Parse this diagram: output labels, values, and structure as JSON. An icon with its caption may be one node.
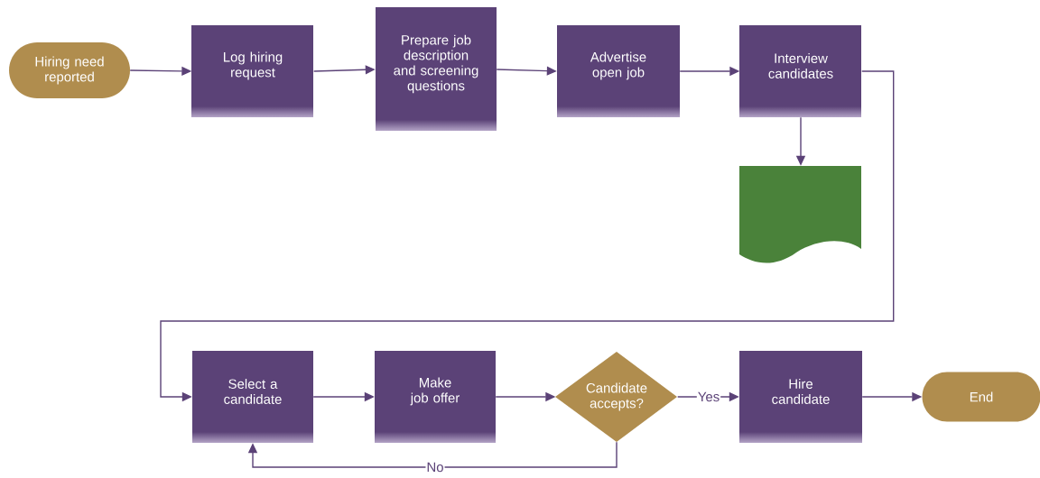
{
  "diagram": {
    "nodes": [
      {
        "text": [
          "Hiring need reported"
        ]
      },
      {
        "text": [
          "Log hiring request"
        ]
      },
      {
        "text": [
          "Prepare job description and screening questions"
        ]
      },
      {
        "text": [
          "Advertise open job"
        ]
      },
      {
        "text": [
          "Interview candidates"
        ]
      },
      {
        "text": [],
        "shape": "document"
      },
      {
        "text": [
          "Select a candidate"
        ]
      },
      {
        "text": [
          "Make job offer"
        ]
      },
      {
        "text": [
          "Candidate accepts?"
        ]
      },
      {
        "text": [
          "Hire candidate"
        ]
      },
      {
        "text": [
          "End"
        ]
      }
    ],
    "edges": [
      {
        "from": 0,
        "to": 1,
        "arrow": "to"
      },
      {
        "from": 1,
        "to": 2,
        "arrow": "to"
      },
      {
        "from": 2,
        "to": 3,
        "arrow": "to"
      },
      {
        "from": 3,
        "to": 4,
        "arrow": "to"
      },
      {
        "from": 4,
        "to": 5,
        "arrow": "to"
      },
      {
        "from": 4,
        "to": 6,
        "arrow": "to"
      },
      {
        "from": 6,
        "to": 7,
        "arrow": "to"
      },
      {
        "from": 7,
        "to": 8,
        "arrow": "to"
      },
      {
        "from": 8,
        "to": 9,
        "label": "Yes",
        "arrow": "to"
      },
      {
        "from": 9,
        "to": 10,
        "arrow": "to"
      },
      {
        "from": 8,
        "to": 6,
        "label": "No",
        "arrow": "to"
      }
    ]
  }
}
